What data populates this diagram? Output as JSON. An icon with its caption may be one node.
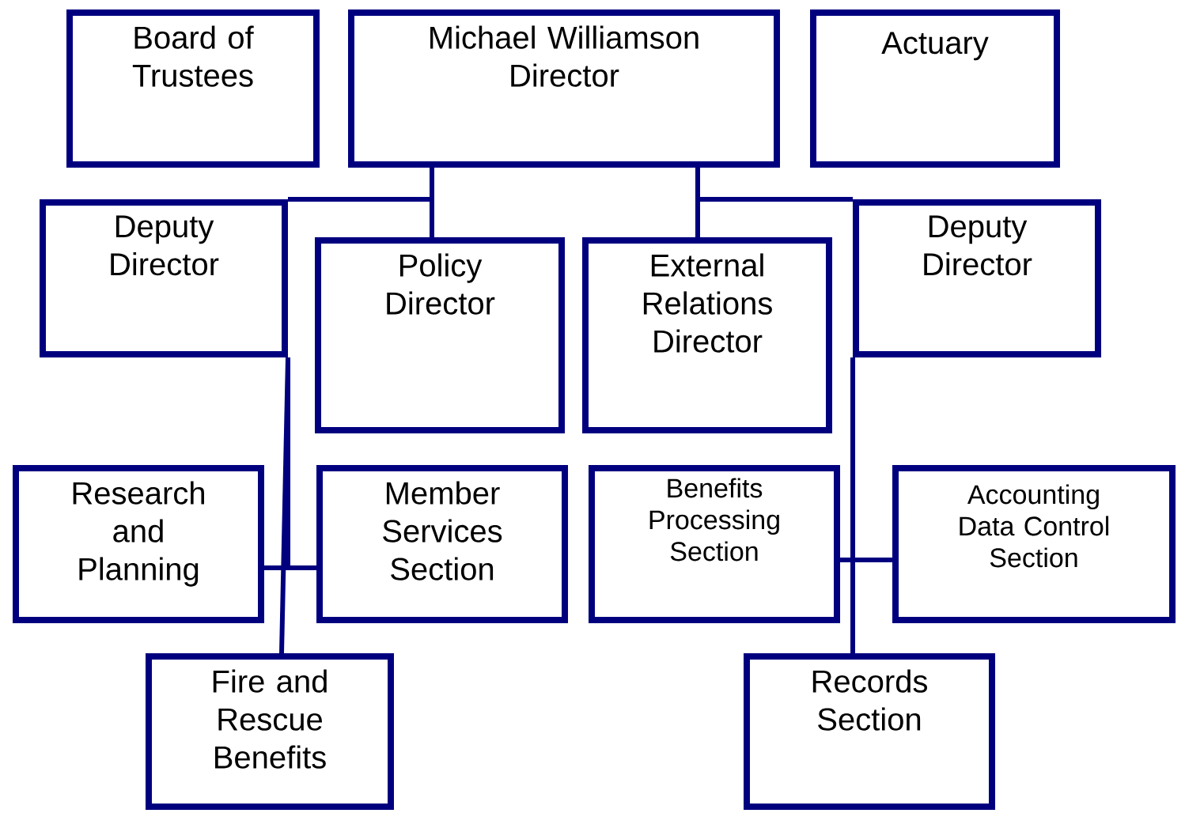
{
  "diagram": {
    "nodes": [
      {
        "text": [
          "Board of Trustees"
        ]
      },
      {
        "text": [
          "Michael Williamson Director"
        ]
      },
      {
        "text": [
          "Actuary"
        ]
      },
      {
        "text": [
          "Deputy Director"
        ]
      },
      {
        "text": [
          "Policy Director"
        ]
      },
      {
        "text": [
          "External Relations Director"
        ]
      },
      {
        "text": [
          "Deputy Director"
        ]
      },
      {
        "text": [
          "Research and Planning"
        ]
      },
      {
        "text": [
          "Member Services Section"
        ]
      },
      {
        "text": [
          "Benefits Processing Section"
        ]
      },
      {
        "text": [
          "Accounting Data Control Section"
        ]
      },
      {
        "text": [
          "Fire and Rescue Benefits"
        ]
      },
      {
        "text": [
          "Records Section"
        ]
      }
    ],
    "edges": [
      {
        "from": 1,
        "to": 3,
        "arrow": "none"
      },
      {
        "from": 1,
        "to": 4,
        "arrow": "none"
      },
      {
        "from": 1,
        "to": 5,
        "arrow": "none"
      },
      {
        "from": 1,
        "to": 6,
        "arrow": "none"
      },
      {
        "from": 3,
        "to": 7,
        "arrow": "none"
      },
      {
        "from": 3,
        "to": 8,
        "arrow": "none"
      },
      {
        "from": 3,
        "to": 11,
        "arrow": "none"
      },
      {
        "from": 6,
        "to": 9,
        "arrow": "none"
      },
      {
        "from": 6,
        "to": 10,
        "arrow": "none"
      },
      {
        "from": 6,
        "to": 12,
        "arrow": "none"
      }
    ]
  }
}
